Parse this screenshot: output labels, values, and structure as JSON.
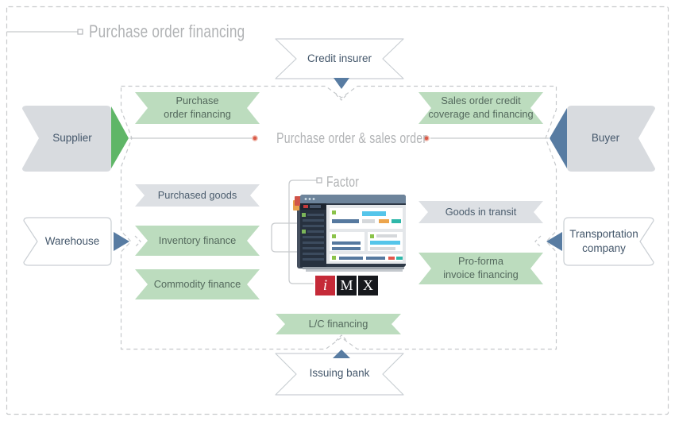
{
  "diagram": {
    "title": "Purchase order financing",
    "center_flow_label": "Purchase order & sales order",
    "factor_label": "Factor"
  },
  "entities": {
    "supplier": {
      "label": "Supplier"
    },
    "buyer": {
      "label": "Buyer"
    },
    "warehouse": {
      "label": "Warehouse"
    },
    "transportation": {
      "line1": "Transportation",
      "line2": "company"
    },
    "credit_insurer": {
      "label": "Credit insurer"
    },
    "issuing_bank": {
      "label": "Issuing bank"
    }
  },
  "ribbons": {
    "purchase_order_financing": {
      "line1": "Purchase",
      "line2": "order financing"
    },
    "sales_order_credit": {
      "line1": "Sales order credit",
      "line2": "coverage and financing"
    },
    "purchased_goods": {
      "label": "Purchased goods"
    },
    "goods_in_transit": {
      "label": "Goods in transit"
    },
    "inventory_finance": {
      "label": "Inventory finance"
    },
    "commodity_finance": {
      "label": "Commodity finance"
    },
    "proforma_invoice": {
      "line1": "Pro-forma",
      "line2": "invoice financing"
    },
    "lc_financing": {
      "label": "L/C financing"
    }
  },
  "logo": {
    "letter_i": "i",
    "letter_m": "M",
    "letter_x": "X"
  },
  "colors": {
    "green_ribbon": "#bcdcbe",
    "gray_ribbon": "#dde0e4",
    "green_arrow": "#5fb667",
    "blue_arrow": "#587ca2",
    "red_dot": "#d95b49",
    "logo_red": "#c52a38",
    "logo_black": "#17191d",
    "dashed_border": "#c8cacc",
    "label_gray": "#b1b3b5",
    "text_blue_gray": "#44576b"
  }
}
